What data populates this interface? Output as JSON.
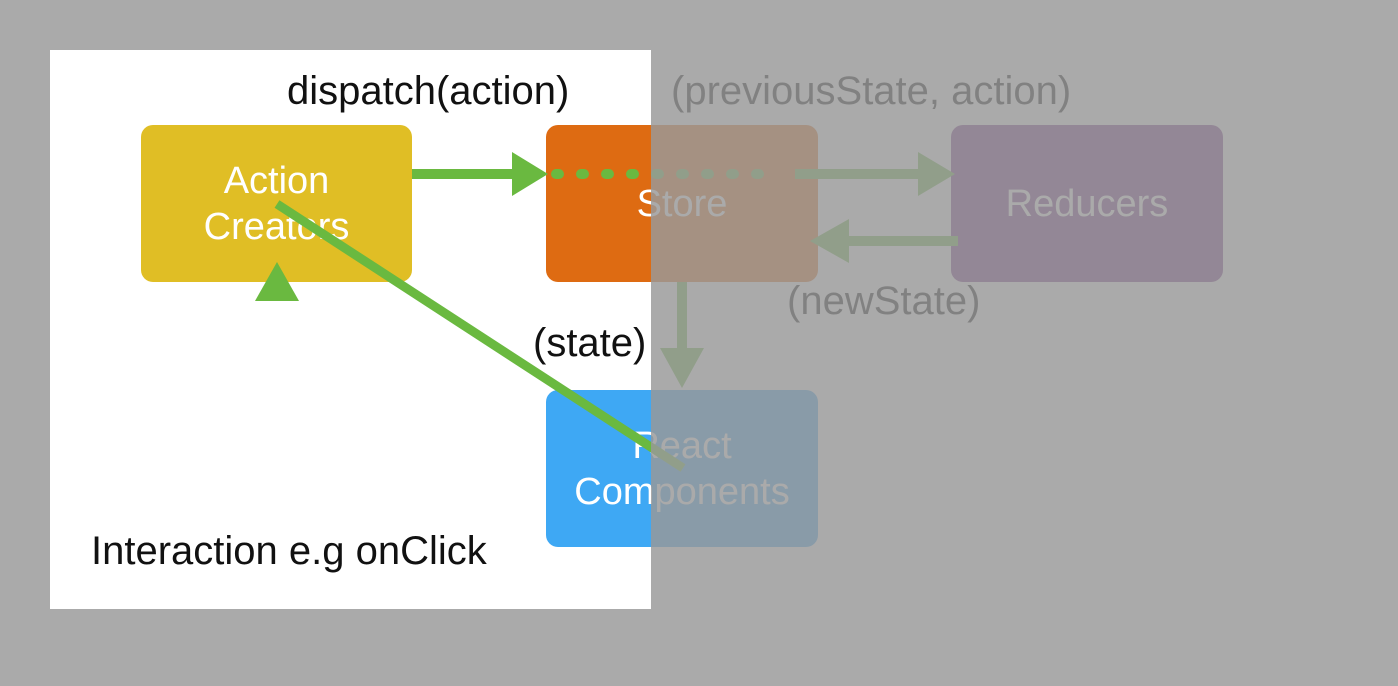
{
  "diagram": {
    "nodes": {
      "action_creators": {
        "line1": "Action",
        "line2": "Creators",
        "color": "#e0be25"
      },
      "store": {
        "label": "Store",
        "color": "#de6b12"
      },
      "reducers": {
        "label": "Reducers",
        "color": "#782f86"
      },
      "react_components": {
        "line1": "React",
        "line2": "Components",
        "color": "#3ea8f4"
      }
    },
    "edge_labels": {
      "dispatch": "dispatch(action)",
      "previous_state": "(previousState, action)",
      "new_state": "(newState)",
      "state": "(state)",
      "interaction": "Interaction e.g onClick"
    },
    "arrow_color": "#6ab940",
    "overlay_color": "#999999"
  }
}
